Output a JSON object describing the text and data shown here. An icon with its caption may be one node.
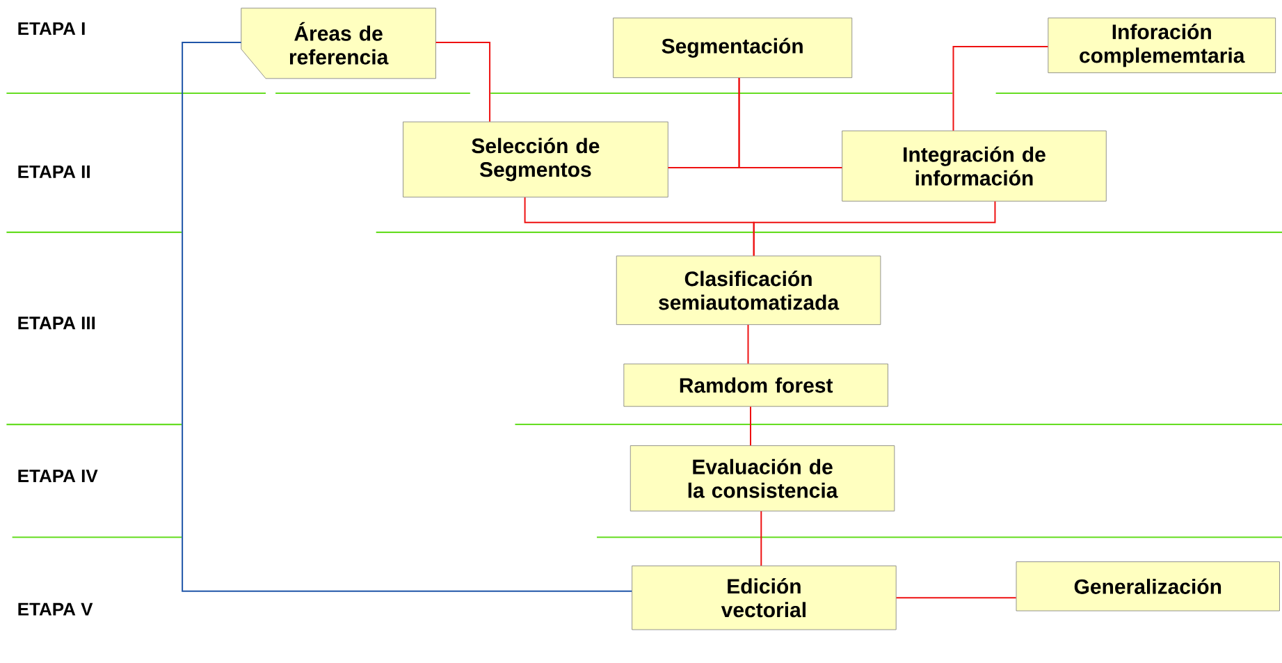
{
  "diagram": {
    "nodes": [
      {
        "text": [
          "Áreas de referencia"
        ]
      },
      {
        "text": [
          "Segmentación"
        ]
      },
      {
        "text": [
          "Inforación complememtaria"
        ]
      },
      {
        "text": [
          "Selección de Segmentos"
        ]
      },
      {
        "text": [
          "Integración de información"
        ]
      },
      {
        "text": [
          "Clasificación semiautomatizada"
        ]
      },
      {
        "text": [
          "Ramdom forest"
        ]
      },
      {
        "text": [
          "Evaluación de la consistencia"
        ]
      },
      {
        "text": [
          "Edición vectorial"
        ]
      },
      {
        "text": [
          "Generalización"
        ]
      }
    ],
    "edges": [
      {
        "from": 0,
        "to": 3,
        "arrow": "none"
      },
      {
        "from": 3,
        "to": 4,
        "arrow": "none"
      },
      {
        "from": 1,
        "to": 3,
        "arrow": "none"
      },
      {
        "from": 1,
        "to": 4,
        "arrow": "none"
      },
      {
        "from": 2,
        "to": 4,
        "arrow": "none"
      },
      {
        "from": 3,
        "to": 5,
        "arrow": "none"
      },
      {
        "from": 4,
        "to": 5,
        "arrow": "none"
      },
      {
        "from": 5,
        "to": 6,
        "arrow": "none"
      },
      {
        "from": 6,
        "to": 7,
        "arrow": "none"
      },
      {
        "from": 7,
        "to": 8,
        "arrow": "none"
      },
      {
        "from": 8,
        "to": 9,
        "arrow": "none"
      },
      {
        "from": 0,
        "to": 8,
        "arrow": "none",
        "color": "#1f55a8"
      }
    ],
    "labels": [
      "ETAPA I",
      "ETAPA II",
      "ETAPA III",
      "ETAPA IV",
      "ETAPA V"
    ]
  }
}
